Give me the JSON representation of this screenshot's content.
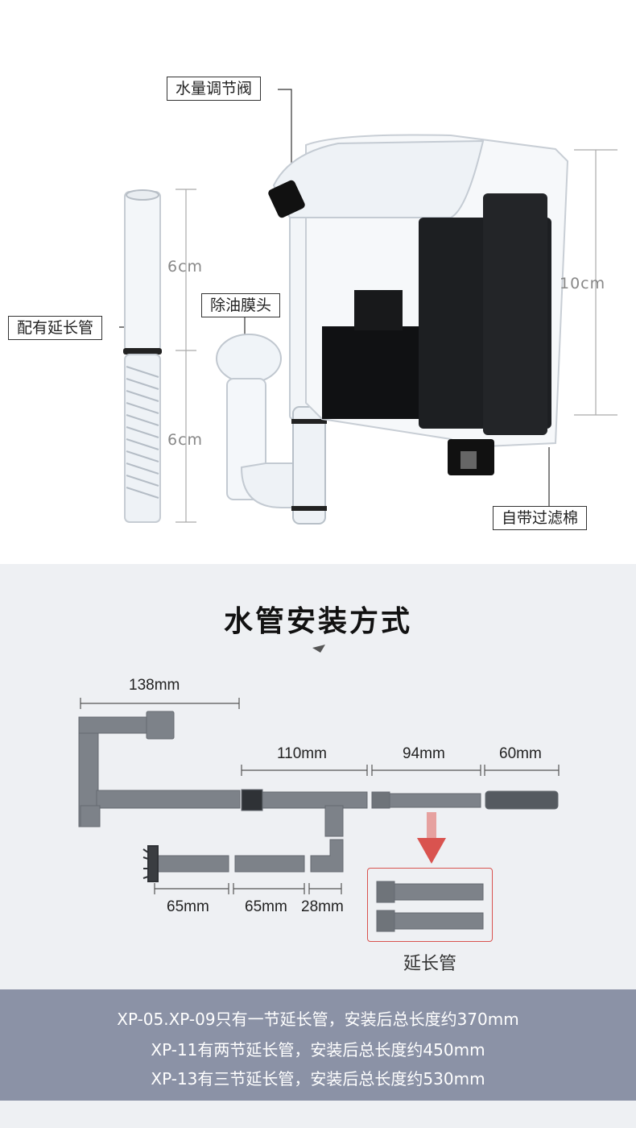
{
  "callouts": {
    "valve": "水量调节阀",
    "oil_film_head": "除油膜头",
    "extension_tube": "配有延长管",
    "filter_sponge": "自带过滤棉"
  },
  "dimensions": {
    "tube_upper": "6cm",
    "tube_lower": "6cm",
    "filter_height": "10cm"
  },
  "install": {
    "heading": "水管安装方式",
    "mm_138": "138mm",
    "mm_110": "110mm",
    "mm_94": "94mm",
    "mm_60": "60mm",
    "mm_65a": "65mm",
    "mm_65b": "65mm",
    "mm_28": "28mm",
    "extension_label": "延长管"
  },
  "notes": [
    "XP-05.XP-09只有一节延长管，安装后总长度约370mm",
    "XP-11有两节延长管，安装后总长度约450mm",
    "XP-13有三节延长管，安装后总长度约530mm"
  ],
  "colors": {
    "pipe_gray": "#7d8289",
    "band_bg": "#8b92a6",
    "mid_bg": "#eef0f3",
    "arrow_red": "#d9534f"
  }
}
